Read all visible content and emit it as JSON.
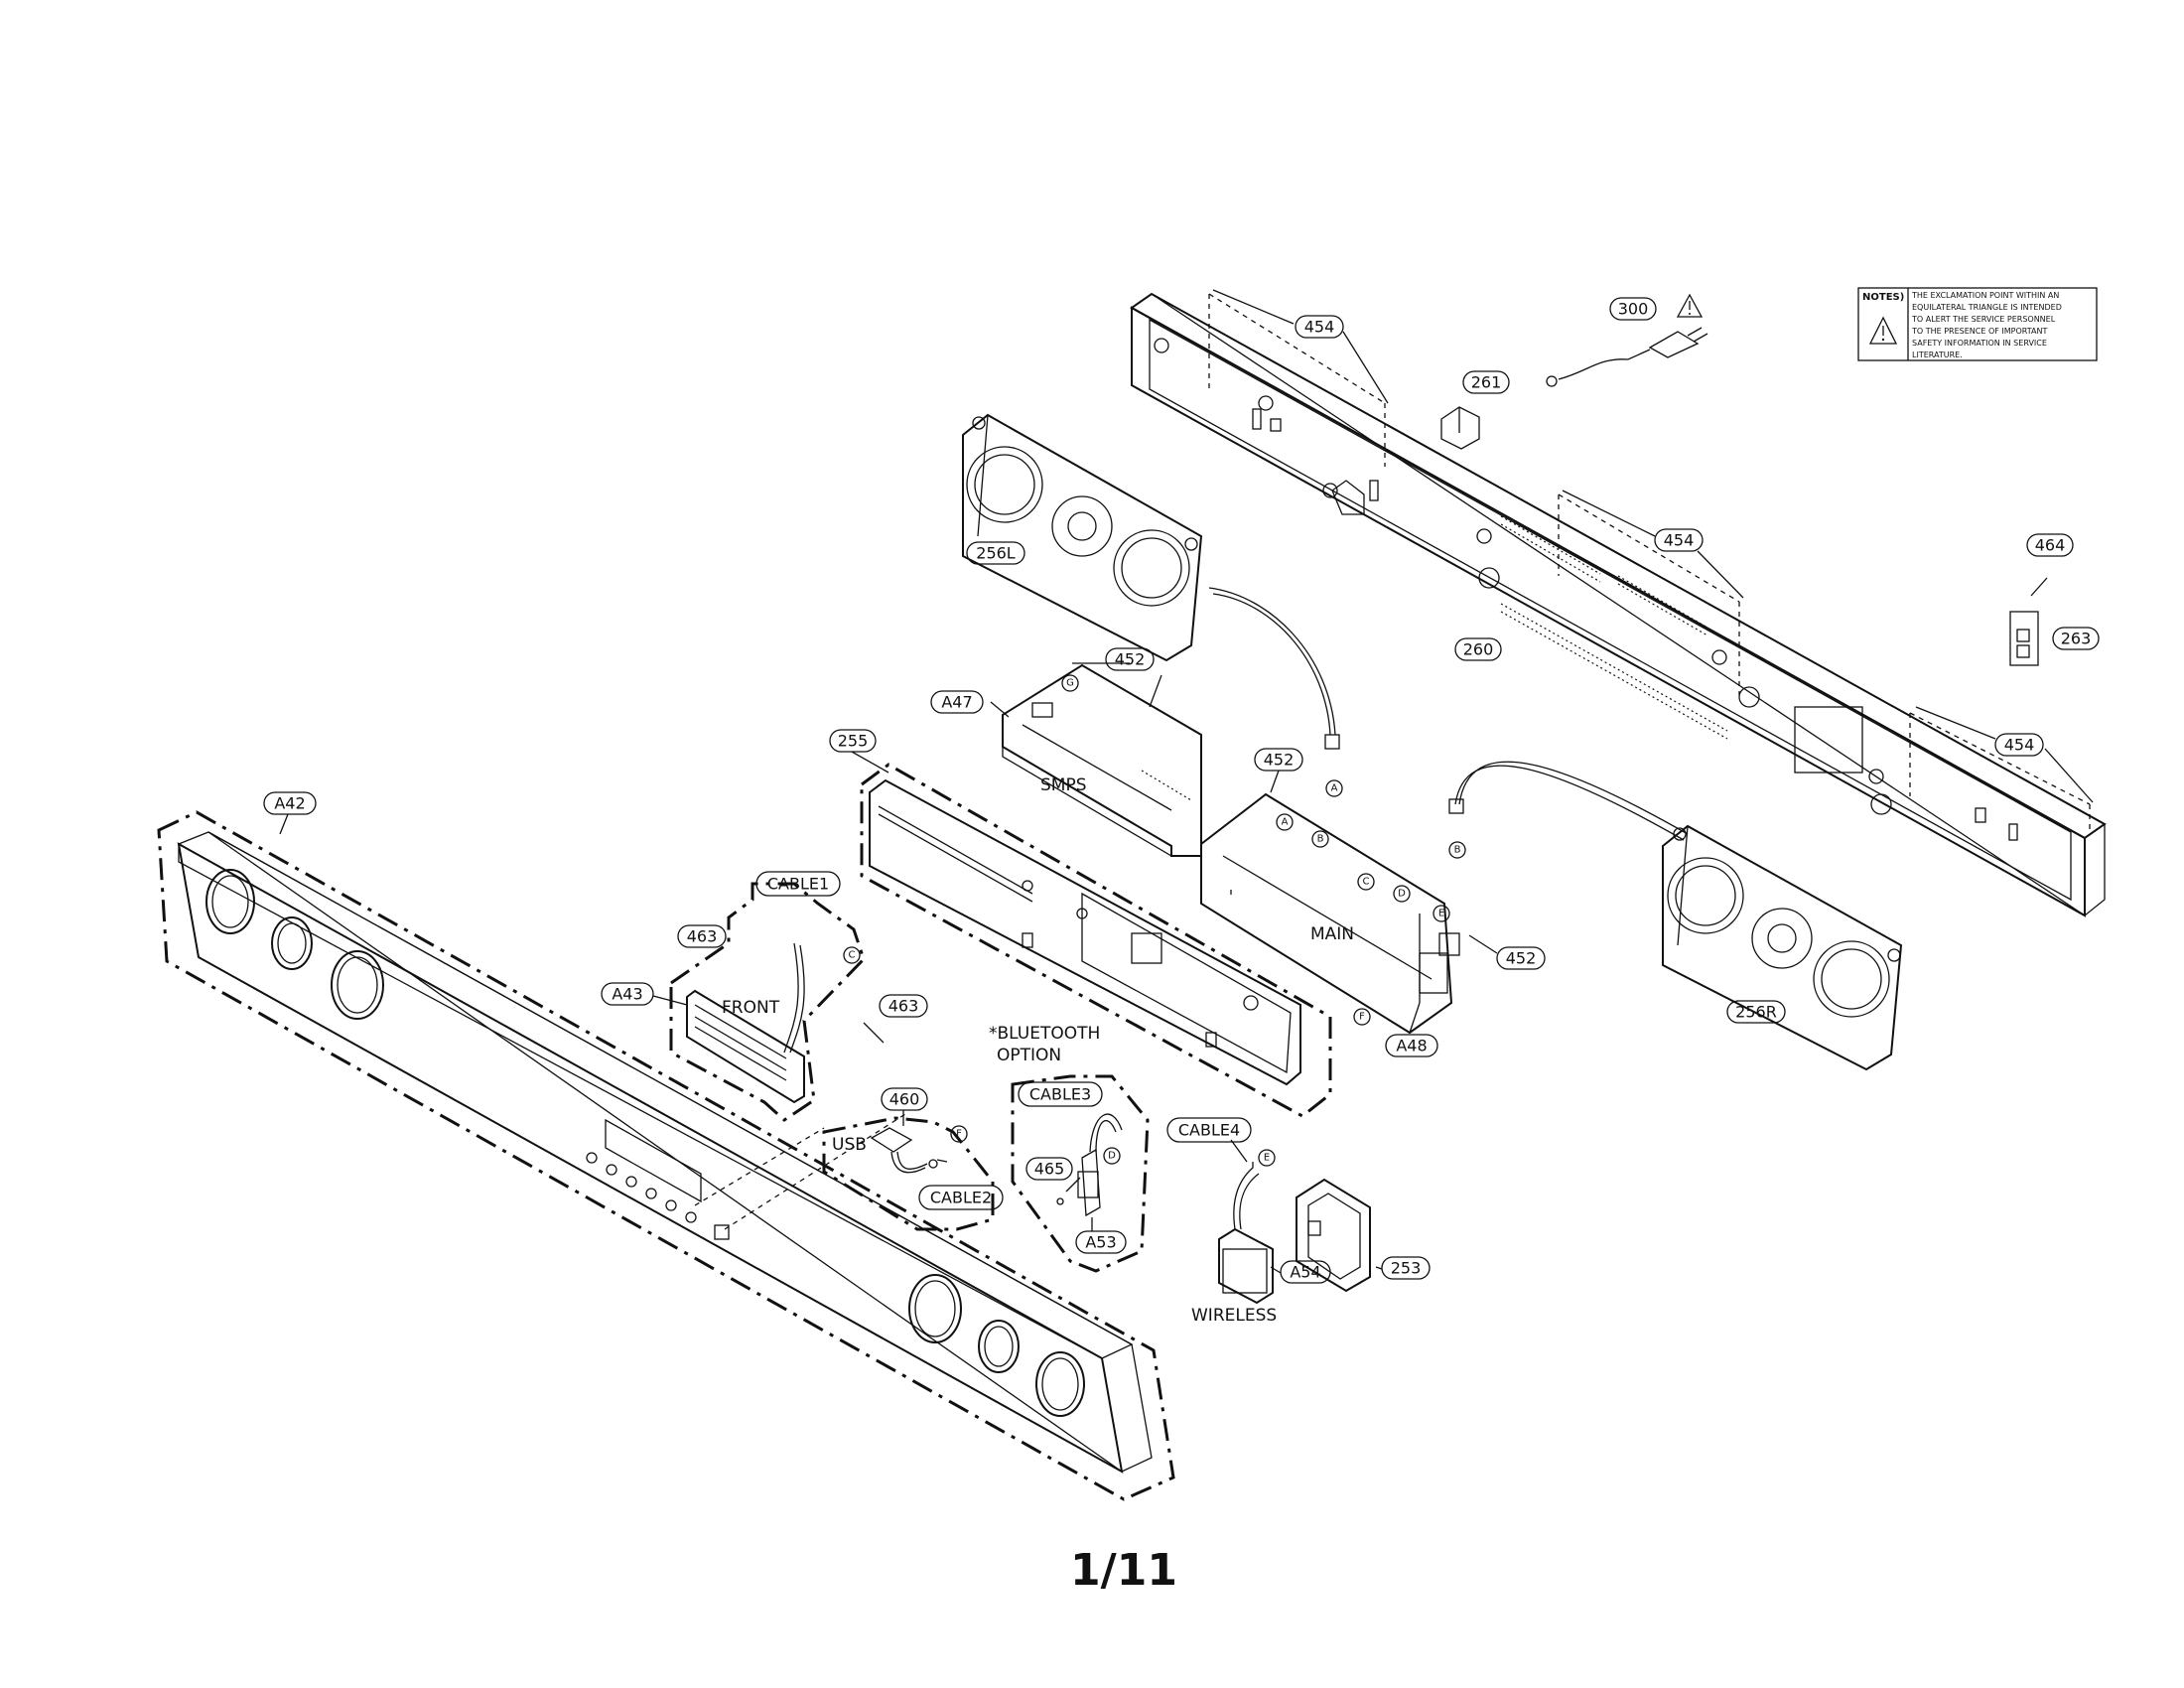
{
  "page": {
    "number": "1/11"
  },
  "notes": {
    "heading": "NOTES)",
    "lines": [
      "THE EXCLAMATION POINT WITHIN AN",
      "EQUILATERAL TRIANGLE IS INTENDED",
      "TO ALERT THE SERVICE PERSONNEL",
      "TO THE PRESENCE OF IMPORTANT",
      "SAFETY INFORMATION IN SERVICE",
      "LITERATURE."
    ]
  },
  "labels": {
    "smps": "SMPS",
    "main": "MAIN",
    "front": "FRONT",
    "usb": "USB",
    "wireless": "WIRELESS",
    "bt_line1": "*BLUETOOTH",
    "bt_line2": "OPTION"
  },
  "connectors": [
    "A",
    "B",
    "C",
    "D",
    "E",
    "F",
    "G"
  ],
  "callouts": {
    "c454a": "454",
    "c454b": "454",
    "c454c": "454",
    "c300": "300",
    "c261": "261",
    "c464": "464",
    "c263": "263",
    "c256l": "256L",
    "c256r": "256R",
    "c260": "260",
    "c452a": "452",
    "c452b": "452",
    "c452c": "452",
    "ca47": "A47",
    "c255": "255",
    "ca42": "A42",
    "ca43": "A43",
    "ca48": "A48",
    "c463a": "463",
    "c463b": "463",
    "c460": "460",
    "c465": "465",
    "ccable1": "CABLE1",
    "ccable2": "CABLE2",
    "ccable3": "CABLE3",
    "ccable4": "CABLE4",
    "ca53": "A53",
    "ca54": "A54",
    "c253": "253"
  }
}
